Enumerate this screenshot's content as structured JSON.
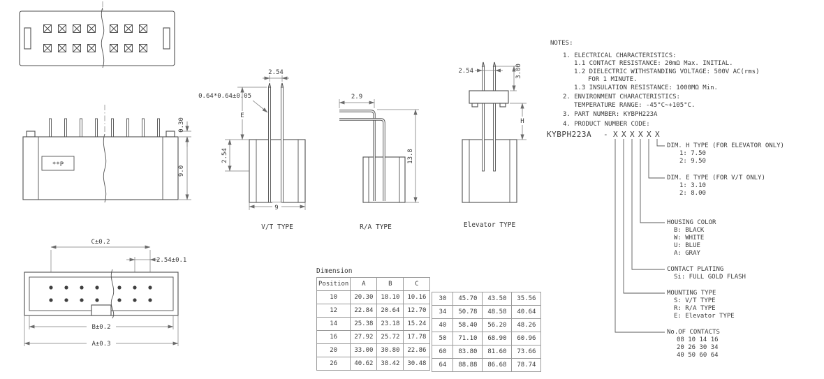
{
  "drawings": {
    "side_view": {
      "marking": "**P",
      "dim_standoff": "0.30",
      "dim_body_height": "9.0"
    },
    "vt_type": {
      "label": "V/T TYPE",
      "dim_pin_pitch": "2.54",
      "dim_pin_size": "0.64*0.64±0.05",
      "dim_e": "E",
      "dim_tail": "2.54",
      "dim_body_width": "9"
    },
    "ra_type": {
      "label": "R/A TYPE",
      "dim_bend": "2.9",
      "dim_total_height": "13.8"
    },
    "elevator_type": {
      "label": "Elevator TYPE",
      "dim_pin_pitch": "2.54",
      "dim_tip": "3.00",
      "dim_h": "H"
    },
    "front_view": {
      "dim_c": "C±0.2",
      "dim_pitch": "2.54±0.1",
      "dim_b": "B±0.2",
      "dim_a": "A±0.3"
    }
  },
  "notes": {
    "title": "NOTES:",
    "n1": "1. ELECTRICAL CHARACTERISTICS:",
    "n1_1": "1.1 CONTACT RESISTANCE: 20mΩ Max. INITIAL.",
    "n1_2": "1.2 DIELECTRIC WITHSTANDING VOLTAGE: 500V AC(rms)",
    "n1_2b": "FOR 1 MINUTE.",
    "n1_3": "1.3 INSULATION RESISTANCE: 1000MΩ Min.",
    "n2": "2. ENVIRONMENT CHARACTERISTICS:",
    "n2_1": "TEMPERATURE RANGE: -45°C~+105°C.",
    "n3": "3. PART NUMBER: KYBPH223A",
    "n4": "4. PRODUCT NUMBER CODE:"
  },
  "product_code": {
    "prefix": "KYBPH223A",
    "dash": "-",
    "x_chars": [
      "X",
      "X",
      "X",
      "X",
      "X",
      "X"
    ],
    "callouts": [
      {
        "title": "DIM. H TYPE (FOR ELEVATOR ONLY)",
        "options": [
          "1: 7.50",
          "2: 9.50"
        ]
      },
      {
        "title": "DIM. E TYPE (FOR V/T ONLY)",
        "options": [
          "1: 3.10",
          "2: 8.00"
        ]
      },
      {
        "title": "HOUSING COLOR",
        "options": [
          "B: BLACK",
          "W: WHITE",
          "U: BLUE",
          "A: GRAY"
        ]
      },
      {
        "title": "CONTACT PLATING",
        "options": [
          "Si: FULL GOLD FLASH"
        ]
      },
      {
        "title": "MOUNTING TYPE",
        "options": [
          "S: V/T TYPE",
          "R: R/A TYPE",
          "E: Elevator TYPE"
        ]
      },
      {
        "title": "No.OF CONTACTS",
        "options": [
          "08 10 14 16",
          "20 26 30 34",
          "40 50 60 64"
        ]
      }
    ]
  },
  "table": {
    "title": "Dimension",
    "headers": [
      "Position",
      "A",
      "B",
      "C"
    ],
    "left_rows": [
      [
        "10",
        "20.30",
        "18.10",
        "10.16"
      ],
      [
        "12",
        "22.84",
        "20.64",
        "12.70"
      ],
      [
        "14",
        "25.38",
        "23.18",
        "15.24"
      ],
      [
        "16",
        "27.92",
        "25.72",
        "17.78"
      ],
      [
        "20",
        "33.00",
        "30.80",
        "22.86"
      ],
      [
        "26",
        "40.62",
        "38.42",
        "30.48"
      ]
    ],
    "right_rows": [
      [
        "30",
        "45.70",
        "43.50",
        "35.56"
      ],
      [
        "34",
        "50.78",
        "48.58",
        "40.64"
      ],
      [
        "40",
        "58.40",
        "56.20",
        "48.26"
      ],
      [
        "50",
        "71.10",
        "68.90",
        "60.96"
      ],
      [
        "60",
        "83.80",
        "81.60",
        "73.66"
      ],
      [
        "64",
        "88.88",
        "86.68",
        "78.74"
      ]
    ]
  }
}
